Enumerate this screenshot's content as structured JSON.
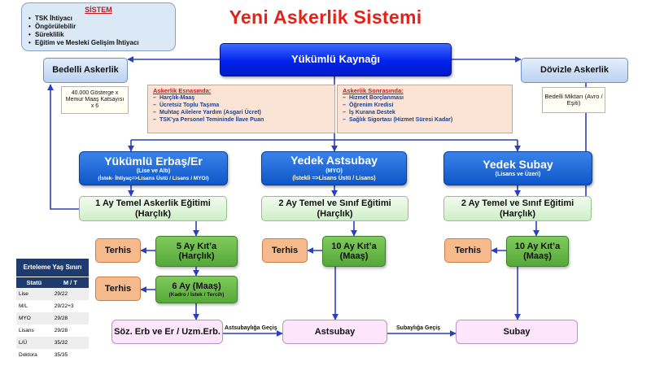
{
  "title": "Yeni Askerlik Sistemi",
  "colors": {
    "title": "#e2231a",
    "wire": "#2a3fbf",
    "rank": "#1462d1",
    "source": "#0022ee",
    "kita": "#5fb141",
    "terhis": "#f6ba8c"
  },
  "legend": {
    "heading": "SİSTEM",
    "items": [
      "TSK İhtiyacı",
      "Öngörülebilir",
      "Süreklilik",
      "Eğitim ve Mesleki Gelişim İhtiyacı"
    ]
  },
  "source": "Yükümlü Kaynağı",
  "bedelli": {
    "label": "Bedelli Askerlik",
    "note": "40.000 Gösterge x Memur Maaş Katsayısı x 6"
  },
  "dovizle": {
    "label": "Dövizle Askerlik",
    "note": "Bedelli Miktarı (Avro / Eşiti)"
  },
  "during": {
    "heading": "Askerlik Esnasında:",
    "items": [
      "Harçlık-Maaş",
      "Ücretsiz Toplu Taşıma",
      "Muhtaç Ailelere Yardım (Asgari Ücret)",
      "TSK’ya Personel Temininde İlave Puan"
    ]
  },
  "after": {
    "heading": "Askerlik Sonrasında:",
    "items": [
      "Hizmet Borçlanması",
      "Öğrenim Kredisi",
      "İş Kurana Destek",
      "Sağlık Sigortası (Hizmet Süresi Kadar)"
    ]
  },
  "erbas": {
    "title": "Yükümlü Erbaş/Er",
    "sub": "(Lise ve Altı)",
    "sub2": "(İstek- İhtiyaç=>Lisans Üstü / Lisans / MYO/)",
    "edu_line1": "1 Ay Temel Askerlik Eğitimi",
    "edu_line2": "(Harçlık)",
    "terhis1": "Terhis",
    "kita_title": "5 Ay Kıt’a",
    "kita_sub": "(Harçlık)",
    "terhis2": "Terhis",
    "maas_title": "6 Ay (Maaş)",
    "maas_sub": "(Kadro / İstek / Tercih)",
    "final": "Söz. Erb ve Er / Uzm.Erb."
  },
  "astsubay": {
    "title": "Yedek Astsubay",
    "sub": "(MYO)",
    "sub2": "(İstekli =>Lisans Üstü / Lisans)",
    "edu_line1": "2 Ay Temel ve Sınıf Eğitimi",
    "edu_line2": "(Harçlık)",
    "terhis": "Terhis",
    "kita_title": "10 Ay Kıt’a",
    "kita_sub": "(Maaş)",
    "final": "Astsubay"
  },
  "subay": {
    "title": "Yedek Subay",
    "sub": "(Lisans ve Üzeri)",
    "edu_line1": "2 Ay Temel ve Sınıf Eğitimi",
    "edu_line2": "(Harçlık)",
    "terhis": "Terhis",
    "kita_title": "10 Ay Kıt’a",
    "kita_sub": "(Maaş)",
    "final": "Subay"
  },
  "edges": {
    "to_astsubay": "Astsubaylığa Geçiş",
    "to_subay": "Subaylığa Geçiş"
  },
  "age_table": {
    "title": "Erteleme Yaş Sınırı",
    "headers": [
      "Statü",
      "M / T"
    ],
    "rows": [
      [
        "Lise",
        "29/22"
      ],
      [
        "M/L",
        "29/22+3"
      ],
      [
        "MYO",
        "29/28"
      ],
      [
        "Lisans",
        "29/28"
      ],
      [
        "L/Ü",
        "35/32"
      ],
      [
        "Doktora",
        "35/35"
      ]
    ]
  }
}
